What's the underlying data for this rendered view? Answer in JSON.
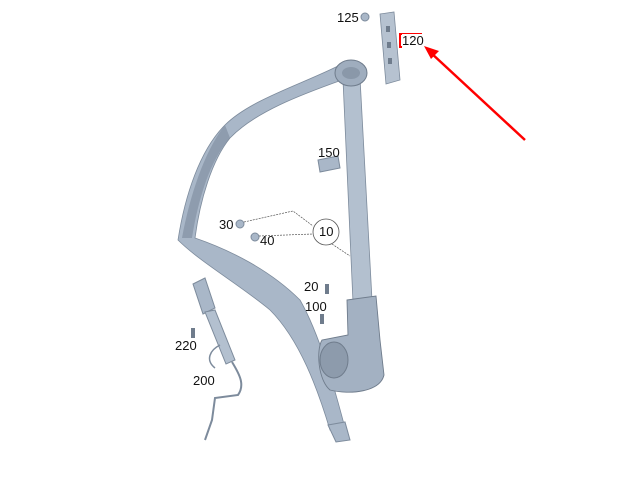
{
  "diagram": {
    "part_labels": [
      {
        "id": "125",
        "text": "125"
      },
      {
        "id": "120",
        "text": "120",
        "highlighted": true
      },
      {
        "id": "150",
        "text": "150"
      },
      {
        "id": "30",
        "text": "30"
      },
      {
        "id": "40",
        "text": "40"
      },
      {
        "id": "10",
        "text": "10"
      },
      {
        "id": "20",
        "text": "20"
      },
      {
        "id": "100",
        "text": "100"
      },
      {
        "id": "220",
        "text": "220"
      },
      {
        "id": "200",
        "text": "200"
      }
    ],
    "colors": {
      "part": "#a9b7c8",
      "part_shadow": "#7d8b9c",
      "highlight": "#ff0000",
      "arrow": "#ff0000"
    }
  }
}
